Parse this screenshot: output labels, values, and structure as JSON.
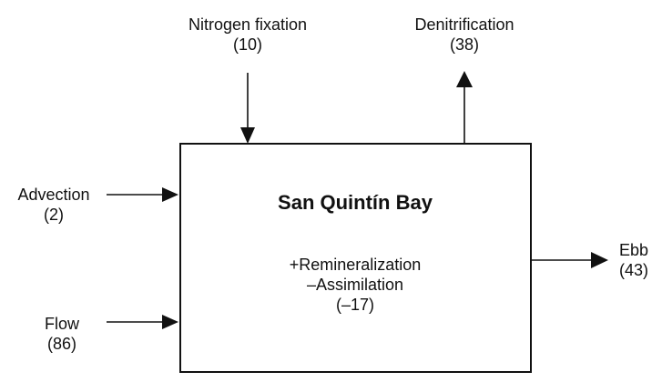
{
  "box": {
    "title": "San Quintín Bay",
    "process_line1": "+Remineralization",
    "process_line2": "–Assimilation",
    "process_value": "(–17)"
  },
  "inputs": {
    "nitrogen_fixation": {
      "label": "Nitrogen fixation",
      "value": "(10)"
    },
    "advection": {
      "label": "Advection",
      "value": "(2)"
    },
    "flow": {
      "label": "Flow",
      "value": "(86)"
    }
  },
  "outputs": {
    "denitrification": {
      "label": "Denitrification",
      "value": "(38)"
    },
    "ebb": {
      "label": "Ebb",
      "value": "(43)"
    }
  }
}
